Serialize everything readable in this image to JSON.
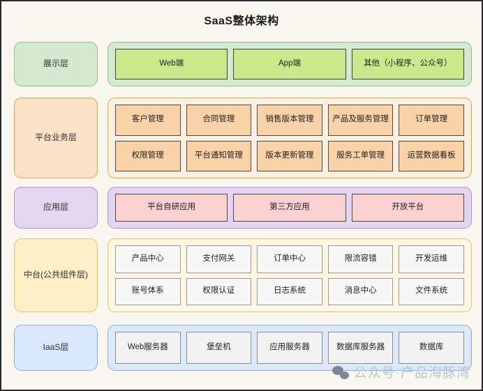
{
  "title": "SaaS整体架构",
  "colors": {
    "canvas": "#faf7f0",
    "presentation_accent": "#cbe98b",
    "business_accent": "#fad2a8",
    "application_accent": "#fad1d1",
    "middle_accent": "#f7f7f7",
    "iaas_accent": "#f2f2f2"
  },
  "layers": [
    {
      "id": "presentation",
      "label": "展示层",
      "rows": [
        [
          "Web端",
          "App端",
          "其他（小程序、公众号）"
        ]
      ]
    },
    {
      "id": "business",
      "label": "平台业务层",
      "rows": [
        [
          "客户管理",
          "合同管理",
          "销售版本管理",
          "产品及服务管理",
          "订单管理"
        ],
        [
          "权限管理",
          "平台通知管理",
          "版本更新管理",
          "服务工单管理",
          "运营数据看板"
        ]
      ]
    },
    {
      "id": "application",
      "label": "应用层",
      "rows": [
        [
          "平台自研应用",
          "第三方应用",
          "开放平台"
        ]
      ]
    },
    {
      "id": "middle",
      "label": "中台\n（公共组件层）",
      "label_line1": "中台",
      "label_line2": "(公共组件层)",
      "rows": [
        [
          "产品中心",
          "支付网关",
          "订单中心",
          "限流容错",
          "开发运维"
        ],
        [
          "账号体系",
          "权限认证",
          "日志系统",
          "消息中心",
          "文件系统"
        ]
      ]
    },
    {
      "id": "iaas",
      "label": "IaaS层",
      "rows": [
        [
          "Web服务器",
          "堡垒机",
          "应用服务器",
          "数据库服务器",
          "数据库"
        ]
      ]
    }
  ],
  "watermark": {
    "icon": "wechat-icon",
    "text": "公众号·产品海豚湾"
  }
}
